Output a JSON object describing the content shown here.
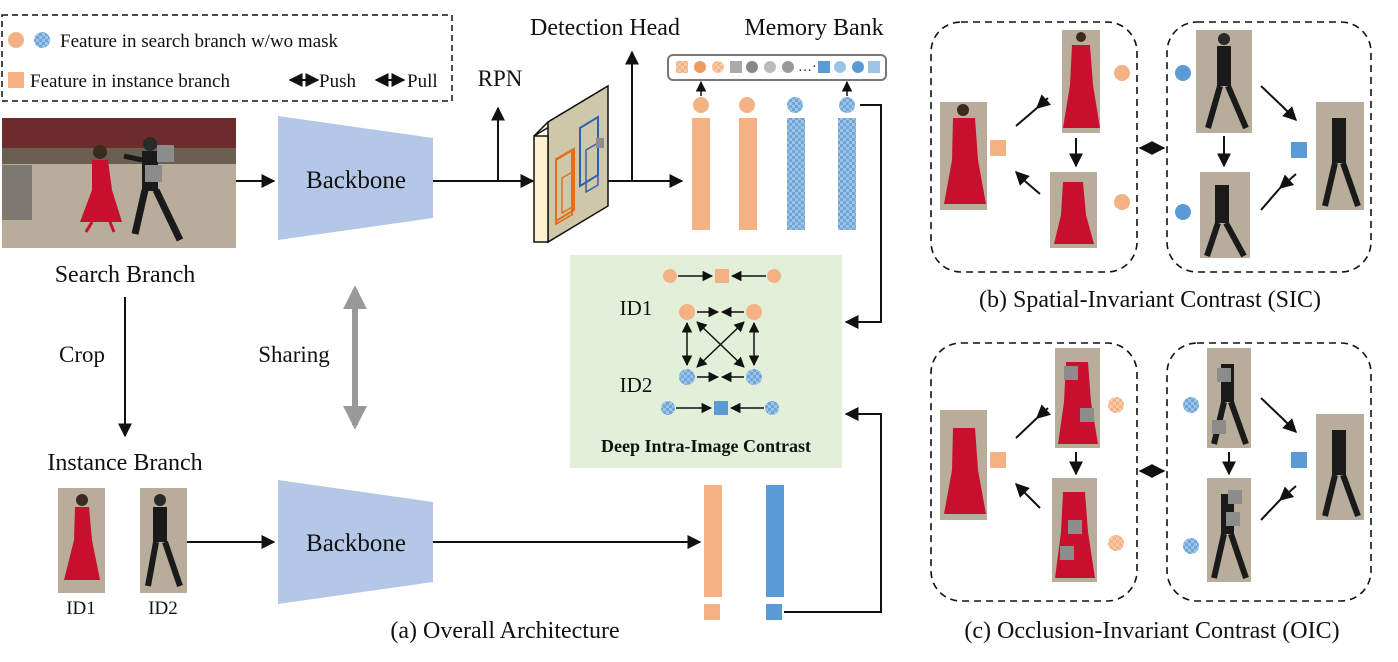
{
  "legend": {
    "item_circles": "Feature in search branch w/wo mask",
    "item_square": "Feature in instance branch",
    "push": "Push",
    "pull": "Pull"
  },
  "labels": {
    "detection_head": "Detection Head",
    "memory_bank": "Memory Bank",
    "rpn": "RPN",
    "backbone_top": "Backbone",
    "backbone_bottom": "Backbone",
    "search_branch": "Search Branch",
    "crop": "Crop",
    "sharing": "Sharing",
    "instance_branch": "Instance Branch",
    "id1_bottom": "ID1",
    "id2_bottom": "ID2",
    "id1_contrast": "ID1",
    "id2_contrast": "ID2",
    "deep_contrast": "Deep Intra-Image Contrast"
  },
  "captions": {
    "a": "(a) Overall Architecture",
    "b": "(b) Spatial-Invariant Contrast (SIC)",
    "c": "(c) Occlusion-Invariant Contrast (OIC)"
  },
  "colors": {
    "orange": "#f4b183",
    "orange_strong": "#ef9a5f",
    "blue": "#5b9bd5",
    "blue_light": "#9dc3e6",
    "backbone": "#b4c7e7",
    "contrast_bg": "#e2f0d9",
    "gray": "#888888",
    "red_dress": "#c8102e",
    "mask_gray": "#8c8c8c"
  }
}
